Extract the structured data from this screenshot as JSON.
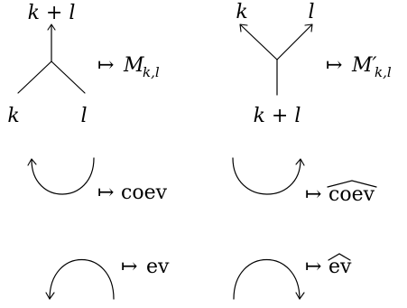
{
  "labels": {
    "merge_top": "k + l",
    "merge_bottom_left": "k",
    "merge_bottom_right": "l",
    "split_top_left": "k",
    "split_top_right": "l",
    "split_bottom": "k + l",
    "mapsto": "↦",
    "merge_map_main": "M",
    "merge_map_sub": "k,l",
    "split_map_main": "M′",
    "split_map_sub": "k,l",
    "coev": "coev",
    "coev_hat": "coev",
    "ev": "ev",
    "ev_hat": "ev"
  }
}
